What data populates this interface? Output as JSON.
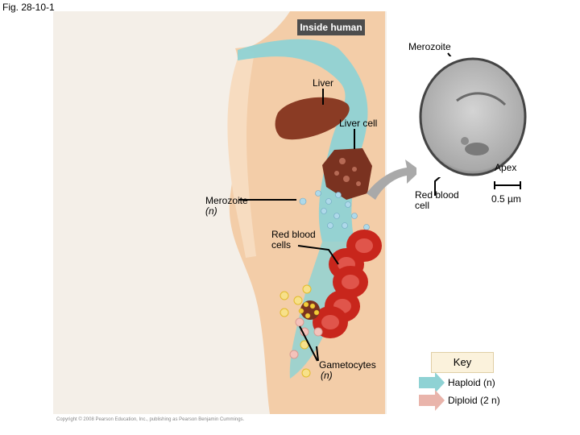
{
  "figure_label": "Fig. 28-10-1",
  "title": "Inside human",
  "labels": {
    "merozoite_top": "Merozoite",
    "liver": "Liver",
    "liver_cell": "Liver cell",
    "apex": "Apex",
    "merozoite_left_1": "Merozoite",
    "merozoite_left_2": "(n)",
    "red_blood_cell_1": "Red blood",
    "red_blood_cell_2": "cell",
    "scale_bar": "0.5 µm",
    "red_blood_cells_1": "Red blood",
    "red_blood_cells_2": "cells",
    "gametocytes_1": "Gametocytes",
    "gametocytes_2": "(n)"
  },
  "key": {
    "title": "Key",
    "haploid": "Haploid (n)",
    "diploid": "Diploid (2 n)"
  },
  "colors": {
    "haploid_arrow": "#8fd2d4",
    "diploid_arrow": "#e9b4ab",
    "body_skin": "#f3cda8",
    "liver": "#8a3b24",
    "red_blood_cell": "#c8261c",
    "gametocyte": "#f2cb3a"
  },
  "copyright": "Copyright © 2008 Pearson Education, Inc., publishing as Pearson Benjamin Cummings."
}
